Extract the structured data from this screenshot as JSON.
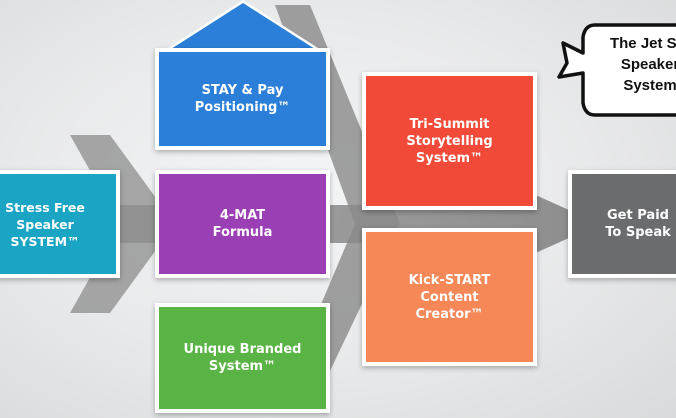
{
  "boxes": {
    "stress_free": {
      "label": "Stress Free\nSpeaker\nSYSTEM™",
      "color": "#1ba5c4"
    },
    "stay_pay": {
      "label": "STAY & Pay\nPositioning™",
      "color": "#2b7fd8"
    },
    "four_mat": {
      "label": "4-MAT\nFormula",
      "color": "#9b3fb5"
    },
    "unique_branded": {
      "label": "Unique Branded\nSystem™",
      "color": "#5ab445"
    },
    "tri_summit": {
      "label": "Tri-Summit\nStorytelling\nSystem™",
      "color": "#f24a38"
    },
    "kick_start": {
      "label": "Kick-START\nContent\nCreator™",
      "color": "#f68757"
    },
    "get_paid": {
      "label": "Get Paid\nTo Speak",
      "color": "#6b6c6d"
    }
  },
  "bubble": {
    "text": "The Jet Set\nSpeaker\nSystem"
  },
  "colors": {
    "arrow": "#8c8c8c",
    "box_border": "#ffffff"
  }
}
